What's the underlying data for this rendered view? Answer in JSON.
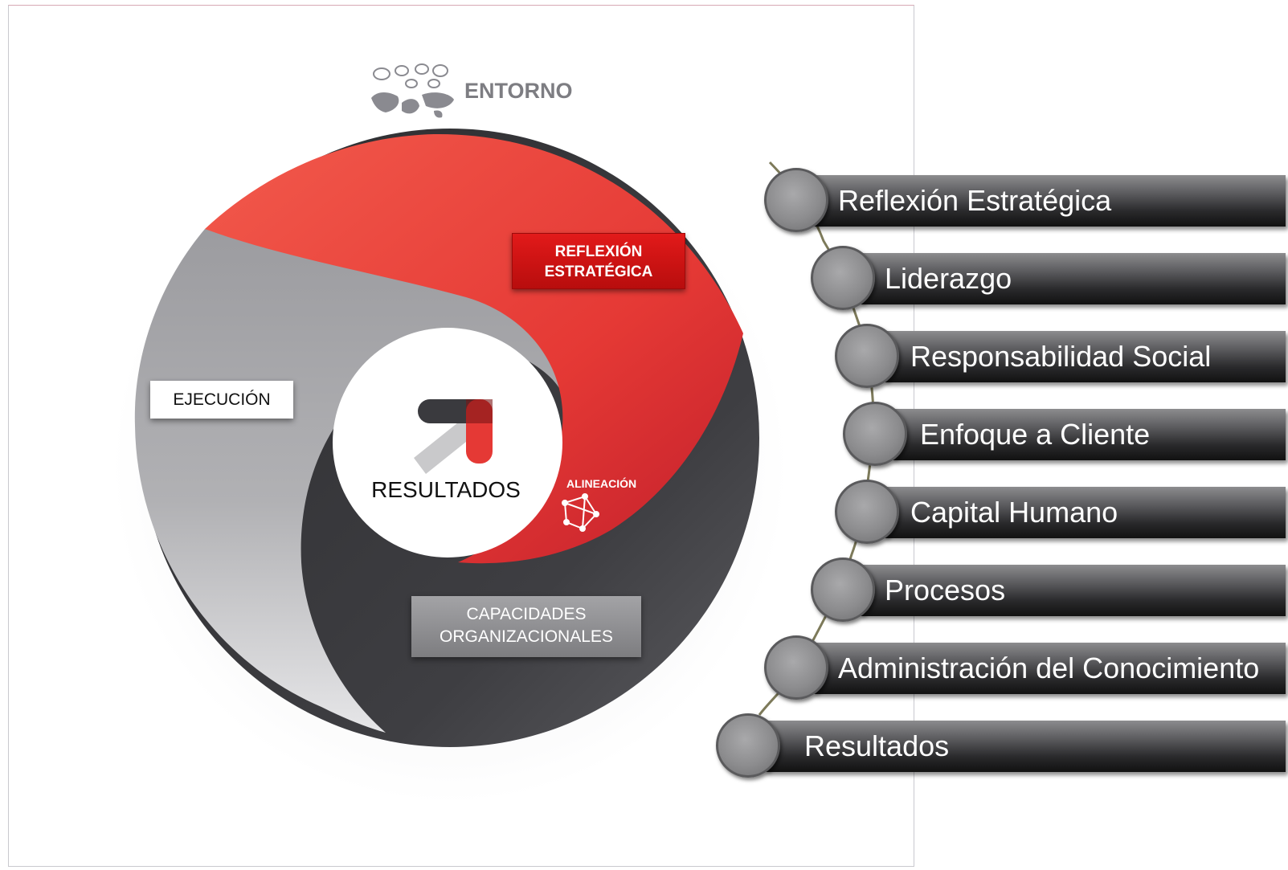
{
  "diagram": {
    "entorno": "ENTORNO",
    "reflexion": "REFLEXIÓN ESTRATÉGICA",
    "ejecucion": "EJECUCIÓN",
    "capacidades": "CAPACIDADES ORGANIZACIONALES",
    "resultados": "RESULTADOS",
    "alineacion": "ALINEACIÓN"
  },
  "colors": {
    "red": "#e53935",
    "dark_red": "#b71c1c",
    "gray_light": "#a6a6a9",
    "gray_dark": "#2b2b2e"
  },
  "list_items": [
    {
      "label": "Reflexión Estratégica"
    },
    {
      "label": "Liderazgo"
    },
    {
      "label": "Responsabilidad Social"
    },
    {
      "label": "Enfoque a Cliente"
    },
    {
      "label": "Capital Humano"
    },
    {
      "label": "Procesos"
    },
    {
      "label": "Administración del Conocimiento"
    },
    {
      "label": "Resultados"
    }
  ]
}
